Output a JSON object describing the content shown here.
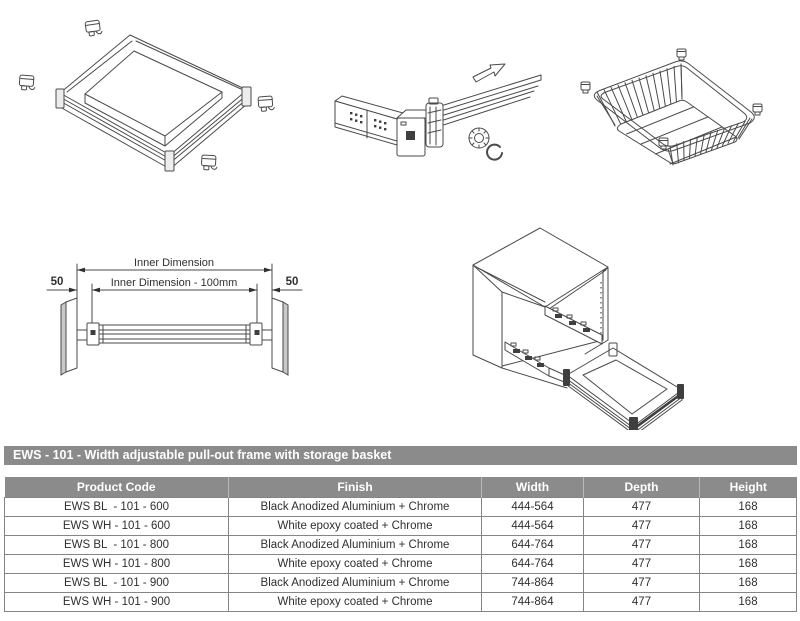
{
  "page": {
    "title": "EWS - 101 - Width adjustable pull-out frame with storage basket"
  },
  "colors": {
    "bar_background": "#8b8b8b",
    "bar_text": "#ffffff",
    "table_border": "#858585",
    "body_text": "#2f2f2f",
    "line_art": "#4a4a4a",
    "diagram_shade": "#c8c8c8",
    "slot_dark": "#3f3f3f"
  },
  "diagrams": {
    "frame_assembly": {
      "description": "adjustable frame with four corner clips"
    },
    "rail_mechanism": {
      "description": "telescopic rail profile with cam and clip parts"
    },
    "storage_basket": {
      "description": "chrome wire storage basket with corner mounts"
    },
    "dimension": {
      "outer_label": "Inner Dimension",
      "inner_label": "Inner Dimension - 100mm",
      "left_offset": "50",
      "right_offset": "50"
    },
    "cabinet_installation": {
      "description": "cabinet with pull-out frame extended"
    }
  },
  "table": {
    "headers": [
      "Product Code",
      "Finish",
      "Width",
      "Depth",
      "Height"
    ],
    "rows": [
      [
        "EWS BL  - 101 - 600",
        "Black Anodized Aluminium + Chrome",
        "444-564",
        "477",
        "168"
      ],
      [
        "EWS WH - 101 - 600",
        "White epoxy coated + Chrome",
        "444-564",
        "477",
        "168"
      ],
      [
        "EWS BL  - 101 - 800",
        "Black Anodized Aluminium + Chrome",
        "644-764",
        "477",
        "168"
      ],
      [
        "EWS WH - 101 - 800",
        "White epoxy coated + Chrome",
        "644-764",
        "477",
        "168"
      ],
      [
        "EWS BL  - 101 - 900",
        "Black Anodized Aluminium + Chrome",
        "744-864",
        "477",
        "168"
      ],
      [
        "EWS WH - 101 - 900",
        "White epoxy coated + Chrome",
        "744-864",
        "477",
        "168"
      ]
    ]
  }
}
